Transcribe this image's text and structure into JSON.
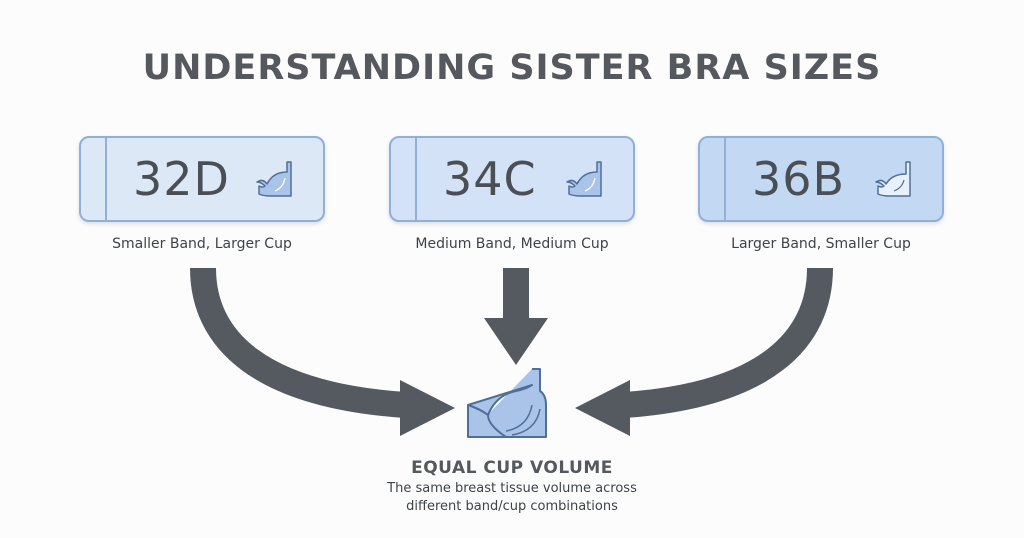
{
  "title": "UNDERSTANDING SISTER BRA SIZES",
  "sizes": [
    {
      "label": "32D",
      "caption": "Smaller Band, Larger Cup",
      "icon": "bra-icon",
      "fill": "#dde8f7"
    },
    {
      "label": "34C",
      "caption": "Medium Band, Medium Cup",
      "icon": "bra-icon",
      "fill": "#d3e2f6"
    },
    {
      "label": "36B",
      "caption": "Larger Band, Smaller Cup",
      "icon": "bra-icon",
      "fill": "#c3d8f3"
    }
  ],
  "result": {
    "icon": "bra-icon",
    "title": "EQUAL CUP VOLUME",
    "description_line1": "The same breast tissue volume across",
    "description_line2": "different band/cup combinations"
  },
  "colors": {
    "arrow": "#555a60",
    "card_border": "#8fb0d8",
    "bra_fill": "#a9c4e8",
    "bra_stroke": "#4f6f99",
    "title_text": "#55595e"
  }
}
